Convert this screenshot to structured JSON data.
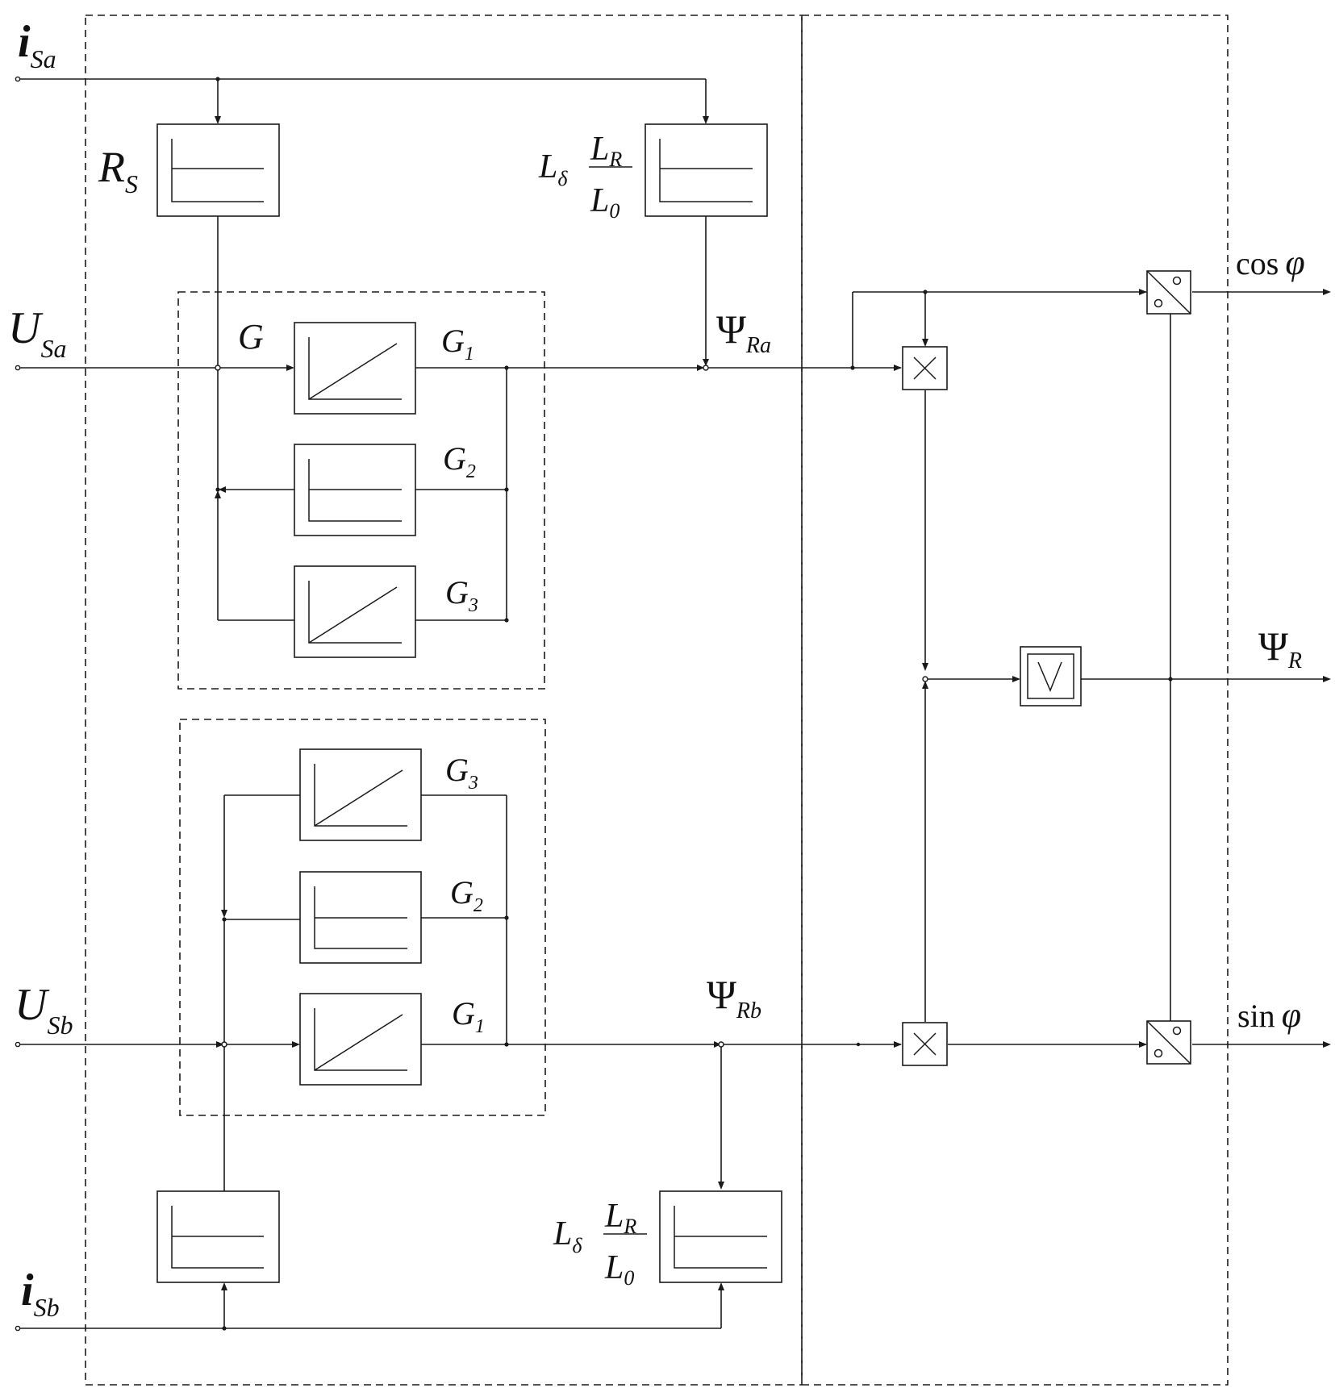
{
  "inputs": {
    "i_sa": {
      "main": "i",
      "sub": "Sa"
    },
    "u_sa": {
      "main": "U",
      "sub": "Sa"
    },
    "u_sb": {
      "main": "U",
      "sub": "Sb"
    },
    "i_sb": {
      "main": "i",
      "sub": "Sb"
    }
  },
  "blocks": {
    "rs": {
      "main": "R",
      "sub": "S"
    },
    "ld_top": {
      "main": "L",
      "sub": "δ",
      "num_main": "L",
      "num_sub": "R",
      "den_main": "L",
      "den_sub": "0"
    },
    "ld_bottom": {
      "main": "L",
      "sub": "δ",
      "num_main": "L",
      "num_sub": "R",
      "den_main": "L",
      "den_sub": "0"
    }
  },
  "signals": {
    "g": {
      "main": "G",
      "sub": ""
    },
    "g1_a": {
      "main": "G",
      "sub": "1"
    },
    "g2_a": {
      "main": "G",
      "sub": "2"
    },
    "g3_a": {
      "main": "G",
      "sub": "3"
    },
    "g1_b": {
      "main": "G",
      "sub": "1"
    },
    "g2_b": {
      "main": "G",
      "sub": "2"
    },
    "g3_b": {
      "main": "G",
      "sub": "3"
    },
    "psi_ra": {
      "main": "Ψ",
      "sub": "Ra"
    },
    "psi_rb": {
      "main": "Ψ",
      "sub": "Rb"
    }
  },
  "outputs": {
    "cos_phi": {
      "fn": "cos",
      "var": "φ"
    },
    "psi_r": {
      "main": "Ψ",
      "sub": "R"
    },
    "sin_phi": {
      "fn": "sin",
      "var": "φ"
    }
  },
  "colors": {
    "line": "#1a1a1a",
    "background": "#ffffff"
  },
  "icons": {
    "proportional": "step-response-icon",
    "integrator": "ramp-icon",
    "multiplier": "multiply-icon",
    "sqrt": "square-root-icon",
    "divider": "divider-icon"
  }
}
